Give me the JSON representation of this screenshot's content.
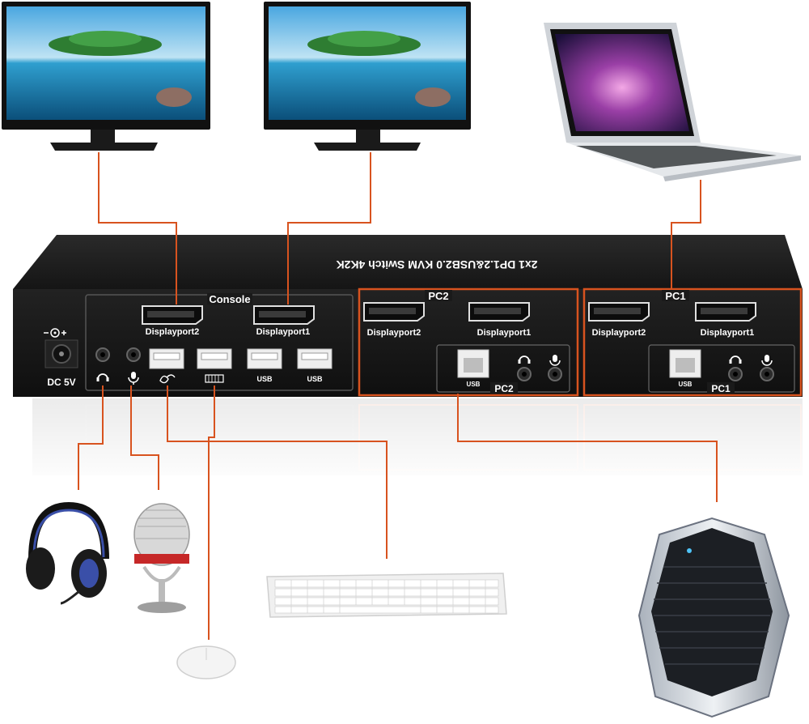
{
  "device": {
    "top_label": "2x1 DP1.2&USB2.0 KVM Switch 4K2K",
    "power_label": "DC 5V",
    "console": {
      "title": "Console",
      "dp2": "Displayport2",
      "dp1": "Displayport1",
      "usb_a": "USB",
      "usb_b": "USB"
    },
    "pc2": {
      "title": "PC2",
      "title_bottom": "PC2",
      "dp2": "Displayport2",
      "dp1": "Displayport1",
      "usb": "USB"
    },
    "pc1": {
      "title": "PC1",
      "title_bottom": "PC1",
      "dp2": "Displayport2",
      "dp1": "Displayport1",
      "usb": "USB"
    }
  },
  "colors": {
    "cable": "#d8531f",
    "box": "#1c1c1c",
    "frame": "#d8531f"
  },
  "icons": [
    "headphone-icon",
    "microphone-icon",
    "mouse-port-icon",
    "keyboard-port-icon",
    "power-polarity-icon"
  ]
}
